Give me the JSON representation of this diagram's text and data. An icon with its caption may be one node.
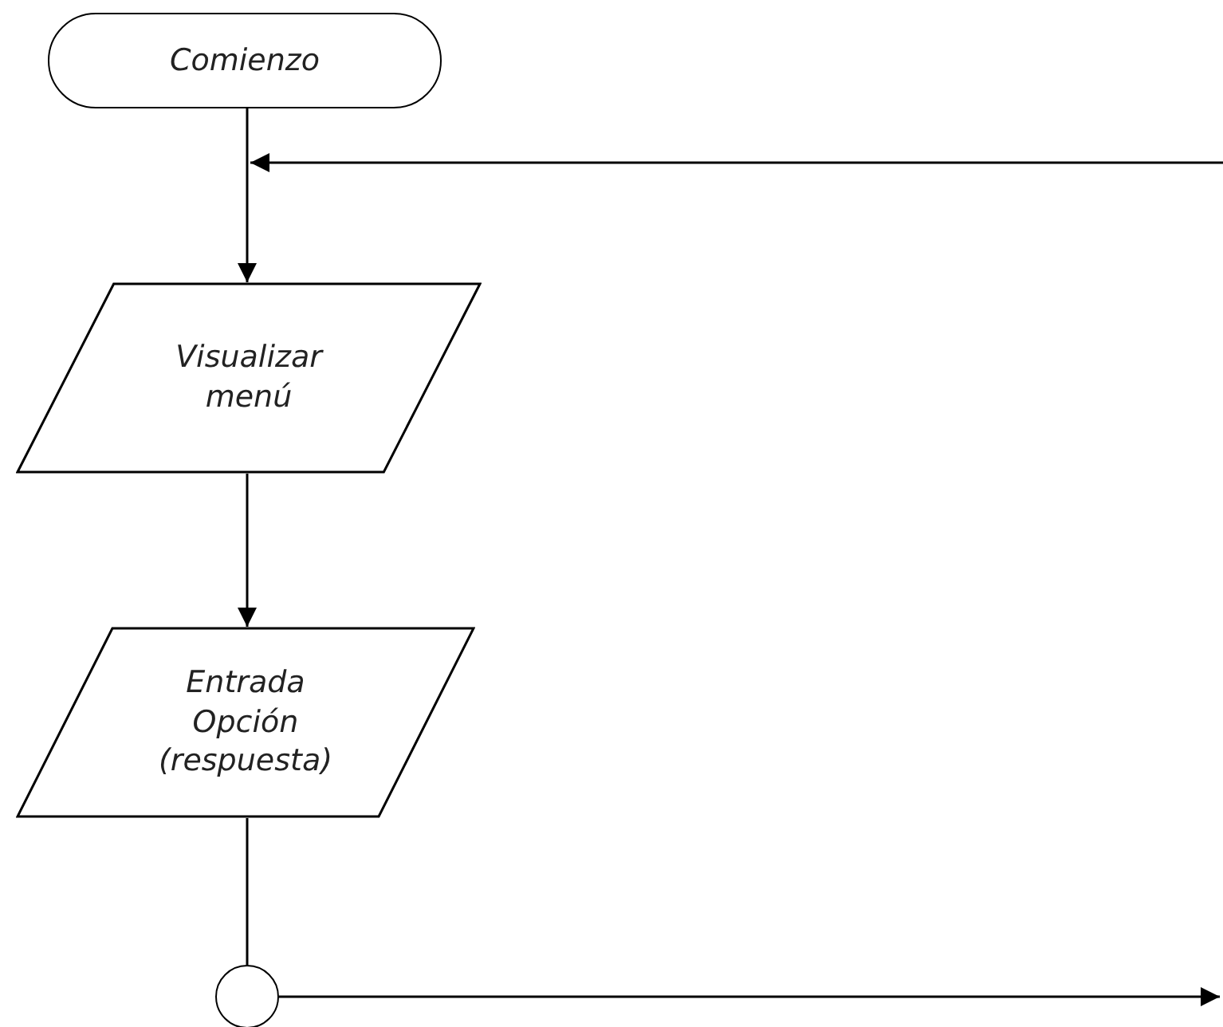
{
  "diagram": {
    "nodes": [
      {
        "text": [
          "Comienzo"
        ]
      },
      {
        "text": [
          "Visualizar menú"
        ]
      },
      {
        "text": [
          "Entrada Opción (respuesta)"
        ]
      },
      {
        "text": [],
        "shape": "circle"
      }
    ],
    "edges": [
      {
        "from": 0,
        "to": 1,
        "arrow": "to"
      },
      {
        "from": null,
        "to": 1,
        "arrow": "to"
      },
      {
        "from": 1,
        "to": 2,
        "arrow": "to"
      },
      {
        "from": 2,
        "to": 3,
        "arrow": "none"
      },
      {
        "from": 3,
        "to": null,
        "arrow": "to"
      }
    ]
  }
}
